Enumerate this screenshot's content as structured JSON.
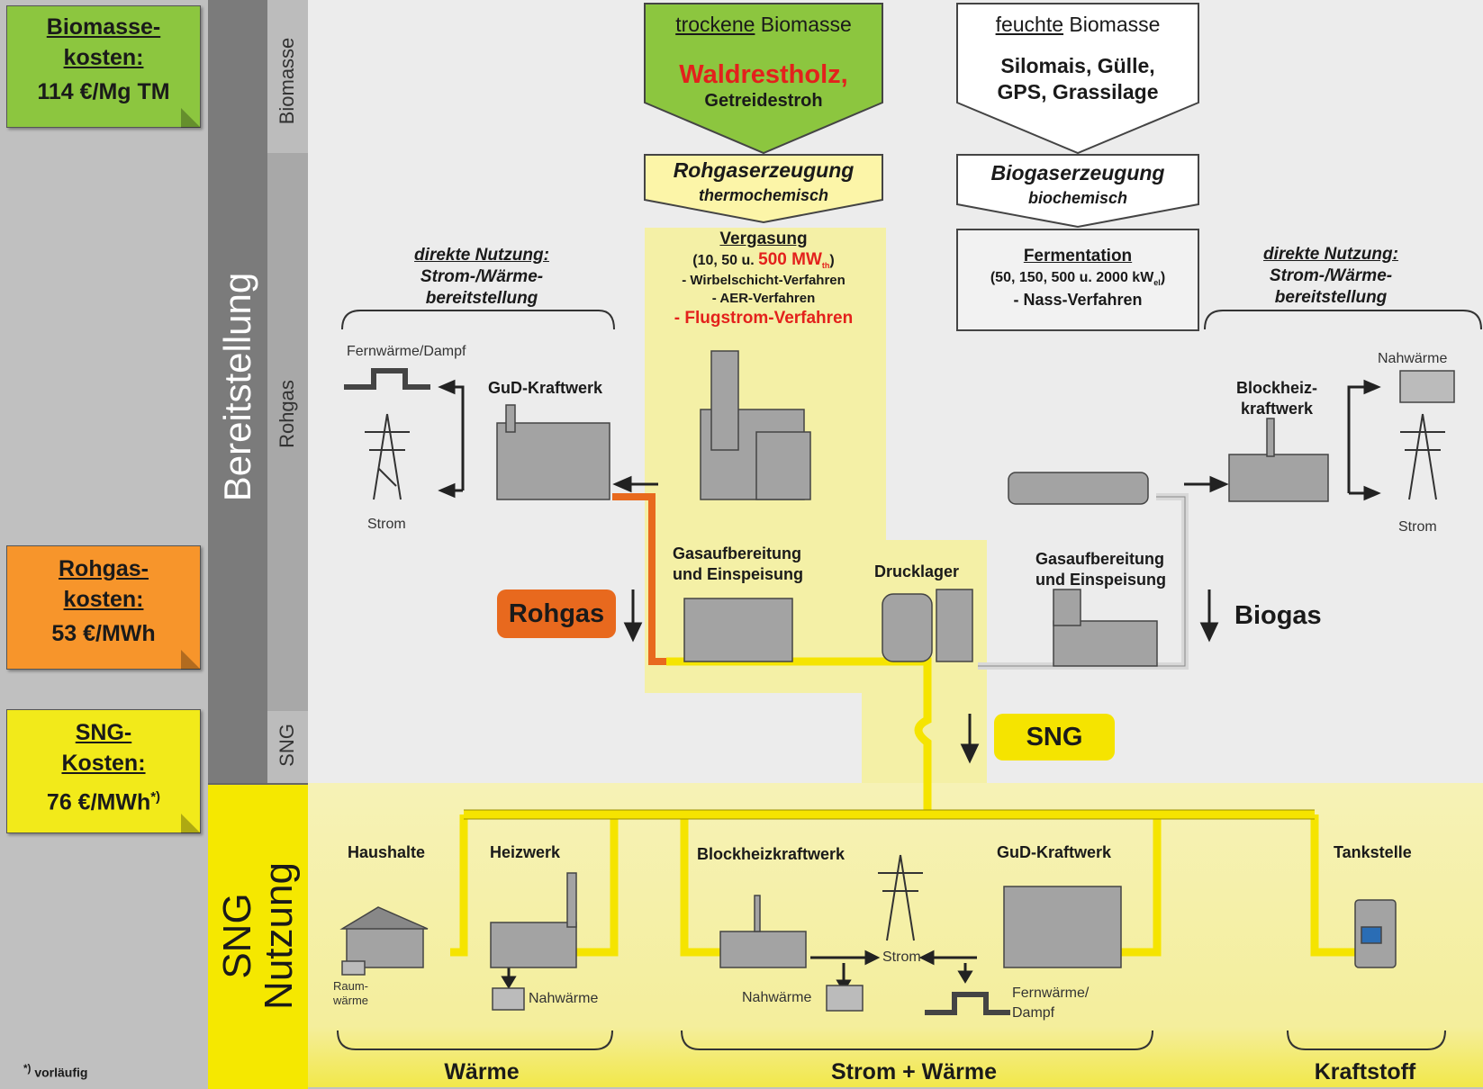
{
  "notes": {
    "biomass": {
      "line1": "Biomasse-",
      "line2": "kosten:",
      "value": "114 €/Mg TM",
      "color": "#8cc63f"
    },
    "rohgas": {
      "line1": "Rohgas-",
      "line2": "kosten:",
      "value": "53 €/MWh",
      "color": "#f7952b"
    },
    "sng": {
      "line1": "SNG-",
      "line2": "Kosten:",
      "value": "76 €/MWh",
      "sup": "*)",
      "color": "#f2ea1a"
    },
    "footnote_sup": "*)",
    "footnote": "vorläufig"
  },
  "bands": {
    "bereitstellung": "Bereitstellung",
    "biomasse": "Biomasse",
    "rohgas": "Rohgas",
    "sng": "SNG",
    "sng_nutzung_1": "SNG",
    "sng_nutzung_2": "Nutzung"
  },
  "dry": {
    "title_u": "trockene",
    "title_rest": " Biomasse",
    "main": "Waldrestholz,",
    "sub": "Getreidestroh",
    "process": "Rohgaserzeugung",
    "process_sub": "thermochemisch"
  },
  "wet": {
    "title_u": "feuchte",
    "title_rest": "  Biomasse",
    "line1": "Silomais, Gülle,",
    "line2": "GPS, Grassilage",
    "process": "Biogaserzeugung",
    "process_sub": "biochemisch"
  },
  "vergasung": {
    "title": "Vergasung",
    "scale_pre": "(10, 50 u. ",
    "scale_red": "500 MW",
    "scale_sub": "th",
    "scale_post": ")",
    "l1": "- Wirbelschicht-Verfahren",
    "l2": "- AER-Verfahren",
    "l3": "- Flugstrom-Verfahren"
  },
  "fermentation": {
    "title": "Fermentation",
    "scale_pre": "(50, 150, 500 u. 2000 kW",
    "scale_sub": "el",
    "scale_post": ")",
    "l1": "- Nass-Verfahren"
  },
  "direct_left": {
    "l1": "direkte Nutzung:",
    "l2": "Strom-/Wärme-",
    "l3": "bereitstellung"
  },
  "direct_right": {
    "l1": "direkte Nutzung:",
    "l2": "Strom-/Wärme-",
    "l3": "bereitstellung"
  },
  "left_plant": {
    "name": "GuD-Kraftwerk",
    "fernwaerme": "Fernwärme/Dampf",
    "strom": "Strom"
  },
  "right_plant": {
    "name1": "Blockheiz-",
    "name2": "kraftwerk",
    "nahwaerme": "Nahwärme",
    "strom": "Strom"
  },
  "middle": {
    "gas_left1": "Gasaufbereitung",
    "gas_left2": "und Einspeisung",
    "drucklager": "Drucklager",
    "gas_right1": "Gasaufbereitung",
    "gas_right2": "und Einspeisung",
    "rohgas_label": "Rohgas",
    "biogas_label": "Biogas",
    "sng_label": "SNG"
  },
  "usage": {
    "haushalte": "Haushalte",
    "heizwerk": "Heizwerk",
    "raum1": "Raum-",
    "raum2": "wärme",
    "nahwaerme1": "Nahwärme",
    "bhkw": "Blockheizkraftwerk",
    "gud": "GuD-Kraftwerk",
    "strom": "Strom",
    "nahwaerme2": "Nahwärme",
    "fern1": "Fernwärme/",
    "fern2": "Dampf",
    "tankstelle": "Tankstelle",
    "cat_waerme": "Wärme",
    "cat_strom_waerme": "Strom + Wärme",
    "cat_kraftstoff": "Kraftstoff"
  },
  "colors": {
    "yellow_zone": "#f4f0a6",
    "pipe_yellow": "#f5e400",
    "pipe_orange": "#e8691e",
    "dry_green": "#8cc63f",
    "process_yellow": "#fcf5a8",
    "red": "#e3211c"
  }
}
